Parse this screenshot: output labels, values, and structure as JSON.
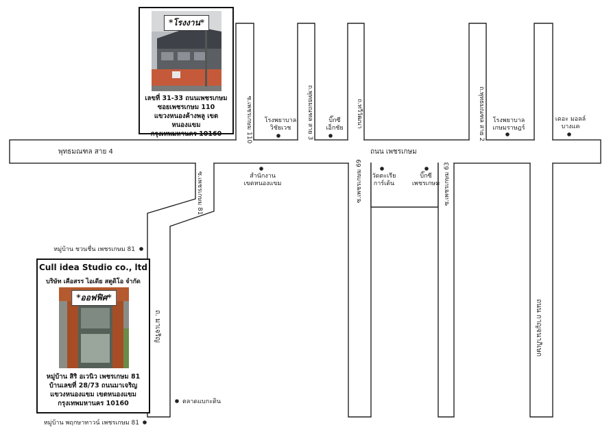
{
  "factory": {
    "photo_title": "*โรงงาน*",
    "address": [
      "เลขที่ 31-33  ถนนเพชรเกษม",
      "ซอยเพชรเกษม 110",
      "แขวงหนองค้างพลู เขตหนองแขม",
      "กรุงเทพมหานคร 10160"
    ]
  },
  "office": {
    "company_en": "Cull idea Studio co., ltd",
    "company_th": "บริษัท เคือสรร ไอเดีย สตูดิโอ จำกัด",
    "photo_title": "*ออฟฟิศ*",
    "address": [
      "หมู่บ้าน สิริ อเวนิว เพชรเกษม 81",
      "บ้านเลขที่ 28/73  ถนนมาเจริญ",
      "แขวงหนองแขม เขตหนองแขม",
      "กรุงเทพมหานคร 10160"
    ]
  },
  "roads": {
    "phutthamonthon4": "พุทธมณฑล สาย 4",
    "phetkasem": "ถนน เพชรเกษม",
    "soi110": "ซ.เพชรเกษม 110",
    "sai3": "ถ.พุทธมณฑล สาย 3",
    "thawiwatthana": "ถ.ทวีวัฒนา",
    "sai2": "ถ.พุทธมณฑล สาย 2",
    "soi81": "ซ.เพชรเกษม 81",
    "soi69": "ซ.เพชรเกษม 69",
    "soi63": "ซ.เพชรเกษม 63",
    "kanchanaphisek": "ถนน กาญจนาภิเษก",
    "macharoen": "ถ. มาเจริญ"
  },
  "landmarks": {
    "wichaiwet": [
      "โรงพยาบาล",
      "วิชัยเวช"
    ],
    "bigc_ekachai": [
      "บิ๊กซี",
      "เอ็กชัย"
    ],
    "kasemrad": [
      "โรงพยาบาล",
      "เกษมราษฎร์"
    ],
    "mall_bangkae": [
      "เดอะ มอลล์",
      "บางแค"
    ],
    "nongkhaem_office": [
      "สำนักงาน",
      "เขตหนองแขม"
    ],
    "wat_garden": [
      "วัดตะเรีย",
      "การ์เด้น"
    ],
    "bigc_phetkasem": [
      "บิ๊กซี",
      "เพชรเกษม"
    ],
    "village_north": "หมู่บ้าน ชวนชื่น เพชรเกษม 81",
    "market": "ตลาดแบกะดิน",
    "village_south": "หมู่บ้าน พฤกษาทาวน์ เพชรเกษม 81"
  }
}
